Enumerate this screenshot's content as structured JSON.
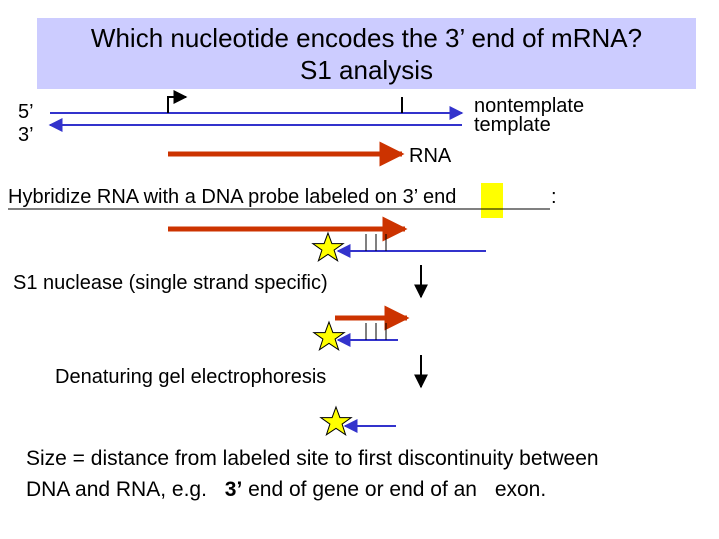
{
  "title": {
    "line1": "Which nucleotide encodes the 3’ end of mRNA?",
    "line2": "S1 analysis"
  },
  "strands": {
    "five_prime": "5’",
    "three_prime": "3’",
    "nontemplate": "nontemplate",
    "template": "template",
    "rna": "RNA"
  },
  "steps": {
    "hybridize": "Hybridize RNA with a DNA probe labeled on 3’ end",
    "colon": ":",
    "s1": "S1 nuclease (single strand specific)",
    "gel": "Denaturing gel electrophoresis"
  },
  "summary": {
    "line1": "Size = distance from labeled site to first discontinuity between",
    "line2_a": "DNA and RNA, e.g.",
    "line2_b": "3’",
    "line2_c": "end of gene or end of an",
    "line2_d": "exon",
    "line2_e": "."
  },
  "colors": {
    "title_bg": "#ccccff",
    "dna_strand": "#3333cc",
    "rna_strand": "#cc3300",
    "label_star": "#ffff00",
    "highlight": "#ffff00"
  }
}
